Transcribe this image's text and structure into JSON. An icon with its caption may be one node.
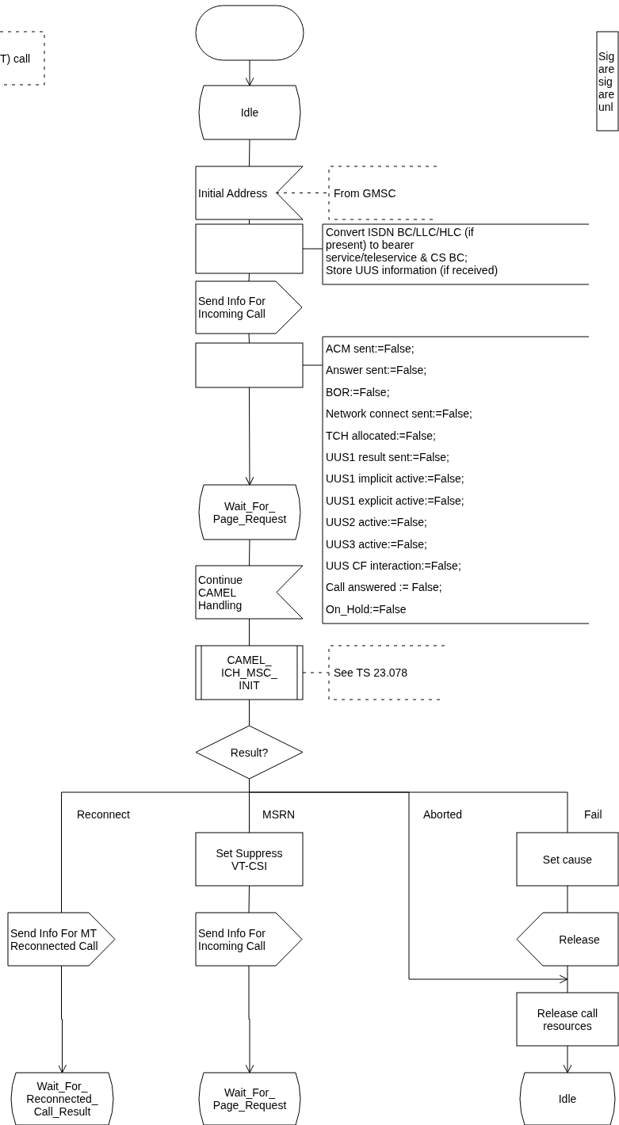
{
  "diagram": {
    "nodes": [
      {
        "text": [],
        "shape": "oval"
      },
      {
        "text": [
          "Idle"
        ]
      },
      {
        "text": [
          "Initial Address"
        ]
      },
      {
        "text": [
          "From GMSC"
        ]
      },
      {
        "text": [],
        "shape": "box"
      },
      {
        "text": [
          "Convert ISDN BC/LLC/HLC (if present) to bearer service/teleservice & CS BC;",
          "Store UUS information (if received)"
        ]
      },
      {
        "text": [
          "Send Info For Incoming Call"
        ]
      },
      {
        "text": [],
        "shape": "box"
      },
      {
        "text": [
          "ACM sent:=False;",
          "Answer sent:=False;",
          "BOR:=False;",
          "Network connect sent:=False;",
          "TCH allocated:=False;",
          "UUS1 result sent:=False;",
          "UUS1 implicit active:=False;",
          "UUS1 explicit active:=False;",
          "UUS2 active:=False;",
          "UUS3 active:=False;",
          "UUS CF interaction:=False;",
          "Call answered := False;",
          "On_Hold:=False"
        ]
      },
      {
        "text": [
          "Wait_For_ Page_Request"
        ]
      },
      {
        "text": [
          "Continue CAMEL Handling"
        ]
      },
      {
        "text": [
          "CAMEL_ ICH_MSC_ INIT"
        ]
      },
      {
        "text": [
          "See TS 23.078"
        ]
      },
      {
        "text": [
          "Result?"
        ]
      },
      {
        "text": [
          "Set Suppress VT-CSI"
        ]
      },
      {
        "text": [
          "Set cause"
        ]
      },
      {
        "text": [
          "Send Info For MT Reconnected Call"
        ]
      },
      {
        "text": [
          "Send Info For Incoming Call"
        ]
      },
      {
        "text": [
          "Release"
        ]
      },
      {
        "text": [
          "Release call resources"
        ]
      },
      {
        "text": [
          "Wait_For_ Reconnected_ Call_Result"
        ]
      },
      {
        "text": [
          "Wait_For_ Page_Request"
        ]
      },
      {
        "text": [
          "Idle"
        ]
      },
      {
        "text": [
          "T) call"
        ]
      },
      {
        "text": [
          "Sig are sig are unl"
        ]
      }
    ],
    "edges": [
      {
        "from": 0,
        "to": 1,
        "arrow": "to"
      },
      {
        "from": 1,
        "to": 2,
        "arrow": "none"
      },
      {
        "from": 2,
        "to": 3,
        "arrow": "none",
        "style": "dashed"
      },
      {
        "from": 2,
        "to": 4,
        "arrow": "none"
      },
      {
        "from": 4,
        "to": 5,
        "arrow": "none"
      },
      {
        "from": 4,
        "to": 6,
        "arrow": "none"
      },
      {
        "from": 6,
        "to": 7,
        "arrow": "none"
      },
      {
        "from": 7,
        "to": 8,
        "arrow": "none"
      },
      {
        "from": 7,
        "to": 9,
        "arrow": "to"
      },
      {
        "from": 9,
        "to": 10,
        "arrow": "none"
      },
      {
        "from": 10,
        "to": 11,
        "arrow": "none"
      },
      {
        "from": 11,
        "to": 12,
        "arrow": "none",
        "style": "dashed"
      },
      {
        "from": 11,
        "to": 13,
        "arrow": "none"
      },
      {
        "from": 13,
        "to": 16,
        "label": "Reconnect",
        "arrow": "none"
      },
      {
        "from": 13,
        "to": 14,
        "label": "MSRN",
        "arrow": "none"
      },
      {
        "from": 13,
        "to": 19,
        "label": "Aborted",
        "arrow": "to"
      },
      {
        "from": 13,
        "to": 15,
        "label": "Fail",
        "arrow": "none"
      },
      {
        "from": 14,
        "to": 17,
        "arrow": "none"
      },
      {
        "from": 15,
        "to": 18,
        "arrow": "none"
      },
      {
        "from": 18,
        "to": 19,
        "arrow": "none"
      },
      {
        "from": 16,
        "to": 20,
        "arrow": "to"
      },
      {
        "from": 17,
        "to": 21,
        "arrow": "to"
      },
      {
        "from": 19,
        "to": 22,
        "arrow": "to"
      }
    ]
  }
}
